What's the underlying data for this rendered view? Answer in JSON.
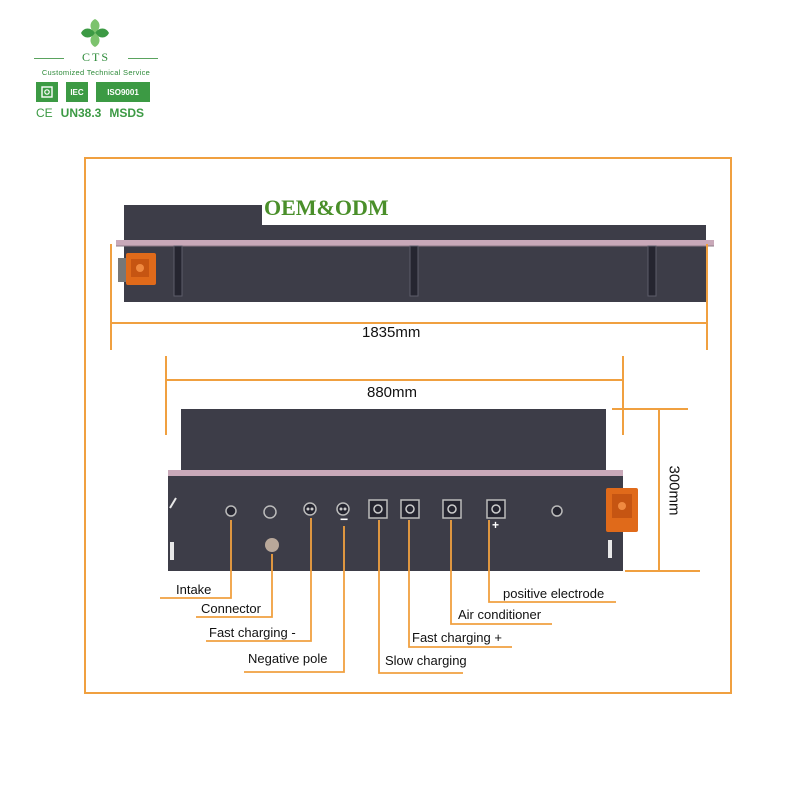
{
  "logo": {
    "brand": "CTS",
    "tagline": "Customized Technical Service",
    "cert_row1": [
      "",
      "IEC",
      "ISO9001"
    ],
    "cert_row2": [
      "CE",
      "UN38.3",
      "MSDS"
    ],
    "colors": {
      "green": "#3c9a44"
    }
  },
  "diagram": {
    "watermark": "OEM&ODM",
    "dimensions": {
      "length": "1835mm",
      "width": "880mm",
      "height": "300mm"
    },
    "callouts": [
      {
        "id": "intake",
        "label": "Intake"
      },
      {
        "id": "connector",
        "label": "Connector"
      },
      {
        "id": "fast-charging-minus",
        "label": "Fast charging -"
      },
      {
        "id": "negative-pole",
        "label": "Negative pole"
      },
      {
        "id": "slow-charging",
        "label": "Slow charging"
      },
      {
        "id": "fast-charging-plus",
        "label": "Fast charging +"
      },
      {
        "id": "air-conditioner",
        "label": "Air conditioner"
      },
      {
        "id": "positive-electrode",
        "label": "positive electrode"
      }
    ],
    "polarity": {
      "minus": "−",
      "plus": "+"
    },
    "colors": {
      "accent": "#f0a040",
      "battery_body": "#3d3d48",
      "rail": "#c9a9b9",
      "connector": "#e06a1a"
    }
  }
}
